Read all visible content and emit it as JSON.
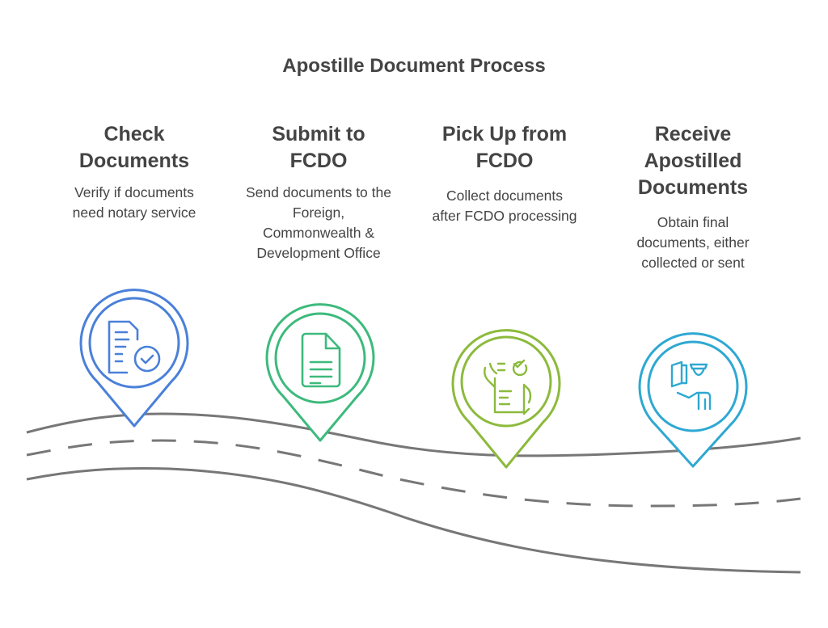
{
  "title": "Apostille Document Process",
  "steps": [
    {
      "title": "Check Documents",
      "desc": "Verify if documents need notary service",
      "icon": "document-check-icon",
      "color": "#4a80d9"
    },
    {
      "title": "Submit to FCDO",
      "desc": "Send documents to the Foreign, Commonwealth & Development Office",
      "icon": "document-icon",
      "color": "#3dba7c"
    },
    {
      "title": "Pick Up from FCDO",
      "desc": "Collect documents after FCDO processing",
      "icon": "hand-document-icon",
      "color": "#8cba3c"
    },
    {
      "title": "Receive Apostilled Documents",
      "desc": "Obtain final documents, either collected or sent",
      "icon": "officer-icon",
      "color": "#2ea8d2"
    }
  ]
}
